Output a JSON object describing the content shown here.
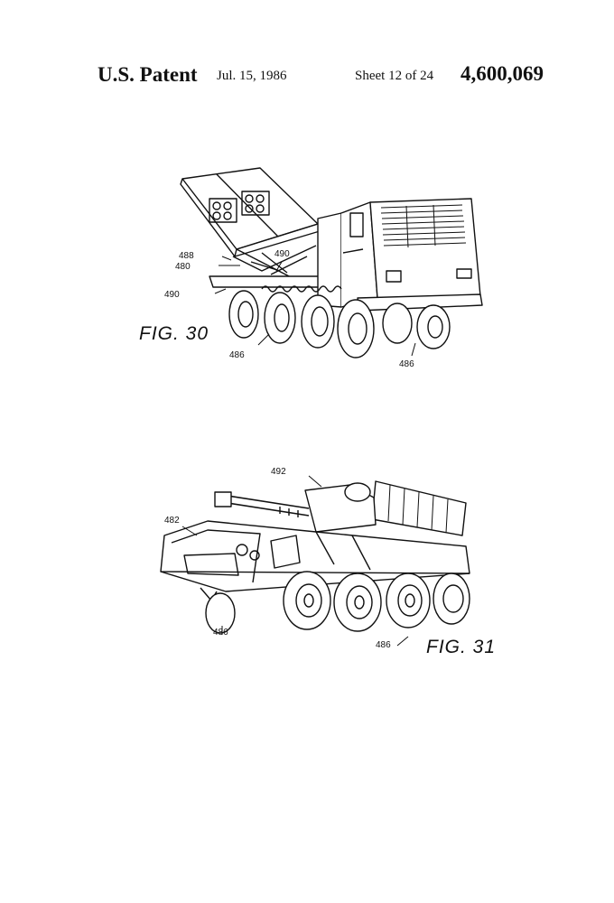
{
  "header": {
    "title": "U.S. Patent",
    "date": "Jul. 15, 1986",
    "sheet": "Sheet 12 of 24",
    "patent_number": "4,600,069"
  },
  "figure30": {
    "label": "FIG. 30",
    "refs": {
      "r488": "488",
      "r480": "480",
      "r490a": "490",
      "r490b": "490",
      "r486a": "486",
      "r486b": "486"
    }
  },
  "figure31": {
    "label": "FIG. 31",
    "refs": {
      "r492": "492",
      "r482": "482",
      "r486a": "486",
      "r486b": "486"
    }
  }
}
